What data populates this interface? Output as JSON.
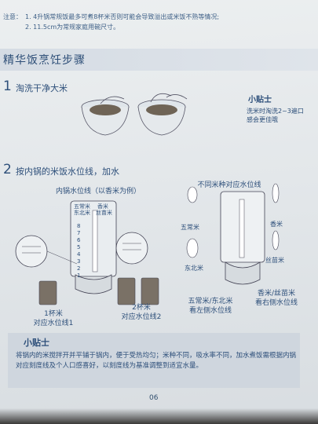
{
  "note": {
    "label": "注意：",
    "lines": [
      "1. 4升锅常规饭最多可煮8杯米否则可能会导致溢出或米饭不熟等情况;",
      "2. 11.5cm为常规家庭用碗尺寸。"
    ]
  },
  "section": {
    "title": "精华饭烹饪步骤"
  },
  "step1": {
    "number": "1",
    "text": "淘洗干净大米",
    "tip_title": "小贴士",
    "tip_body": "洗米时淘洗2~3遍口感会更佳哦"
  },
  "step2": {
    "number": "2",
    "text": "按内锅的米饭水位线，加水",
    "inner_title": "内锅水位线（以香米为例）",
    "varieties_title": "不同米种对应水位线",
    "cup1": "1杯米",
    "cup1_line": "对应水位线1",
    "cup2": "2杯米",
    "cup2_line": "对应水位线2",
    "rice_wuchang": "五常米",
    "rice_dongbei": "东北米",
    "rice_xiang": "香米",
    "rice_simiao": "丝苗米",
    "left_caption_1": "五常米/东北米",
    "left_caption_2": "看左侧水位线",
    "right_caption_1": "香米/丝苗米",
    "right_caption_2": "看右侧水位线",
    "scale_header_left": "五常米",
    "scale_header_left_2": "东北米",
    "scale_header_right": "香米",
    "scale_header_right_2": "丝苗米",
    "scale_numbers": [
      "8",
      "7",
      "6",
      "5",
      "4",
      "3",
      "2",
      "1"
    ]
  },
  "tip2": {
    "title": "小贴士",
    "body": "将锅内的米搅拌开并平铺于锅内，便于受热均匀；米种不同，吸水率不同，加水煮饭需根据内锅对应刻度线及个人口感喜好，以刻度线为基准调整到适宜水量。"
  },
  "page": {
    "number": "06"
  }
}
